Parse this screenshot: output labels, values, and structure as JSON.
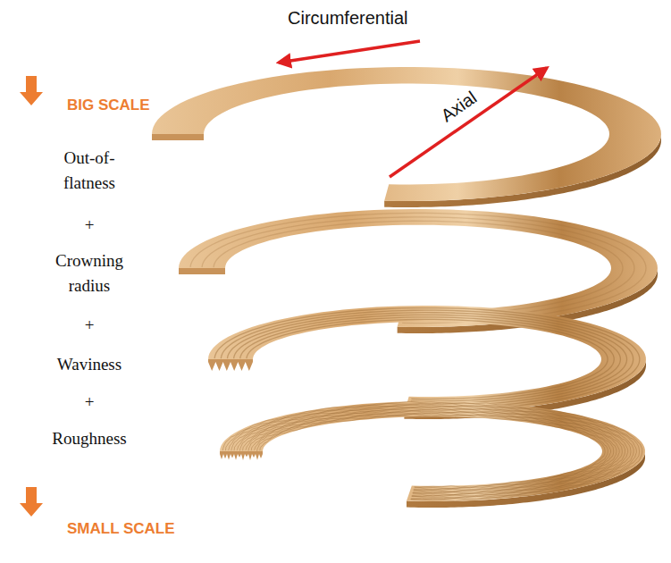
{
  "diagram": {
    "labels": [
      "Circumferential",
      "Axial",
      "BIG SCALE",
      "Out-of- flatness",
      "+",
      "Crowning radius",
      "+",
      "Waviness",
      "+",
      "Roughness",
      "SMALL SCALE"
    ]
  }
}
